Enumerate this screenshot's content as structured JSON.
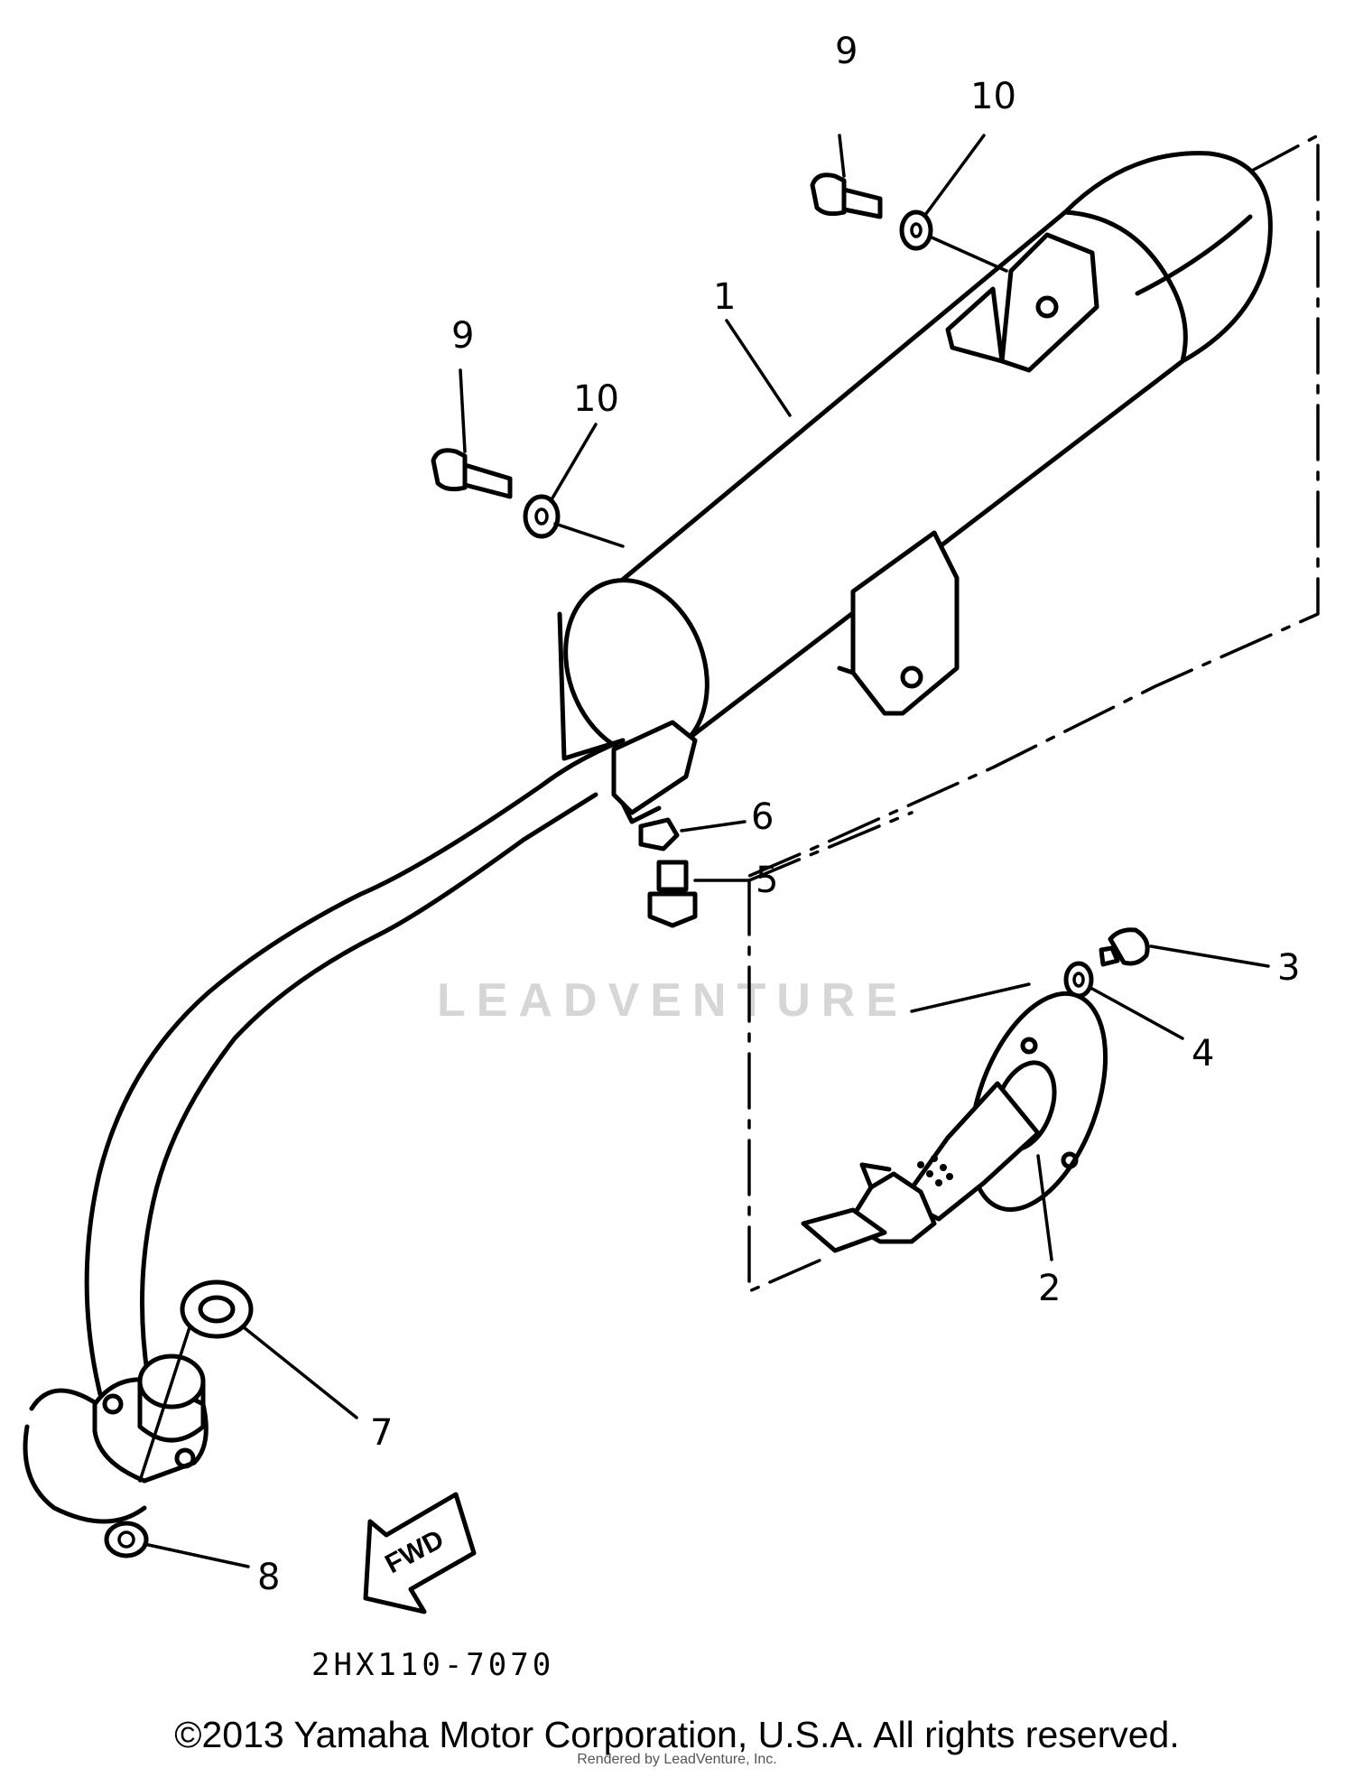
{
  "callouts": [
    {
      "id": "1",
      "text": "1"
    },
    {
      "id": "2",
      "text": "2"
    },
    {
      "id": "3",
      "text": "3"
    },
    {
      "id": "4",
      "text": "4"
    },
    {
      "id": "5",
      "text": "5"
    },
    {
      "id": "6",
      "text": "6"
    },
    {
      "id": "7",
      "text": "7"
    },
    {
      "id": "8",
      "text": "8"
    },
    {
      "id": "9a",
      "text": "9"
    },
    {
      "id": "9b",
      "text": "9"
    },
    {
      "id": "10a",
      "text": "10"
    },
    {
      "id": "10b",
      "text": "10"
    }
  ],
  "fwd_label": "FWD",
  "diagram_code": "2HX110-7070",
  "watermark": "LEADVENTURE",
  "copyright": "©2013 Yamaha Motor Corporation, U.S.A. All rights reserved.",
  "rendered_by": "Rendered by LeadVenture, Inc."
}
